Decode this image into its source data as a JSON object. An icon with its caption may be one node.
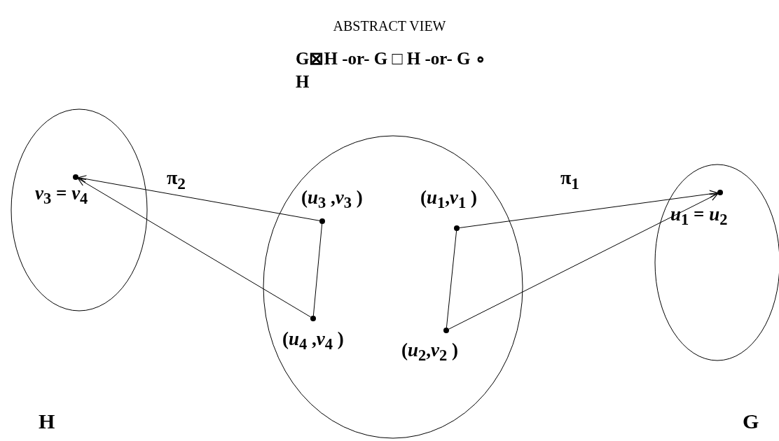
{
  "diagram": {
    "title": "ABSTRACT VIEW",
    "nodes": [
      {
        "text": [
          "H"
        ]
      },
      {
        "text": [
          "*v*$_{3}$ = *v*$_{4}$"
        ],
        "in": 0
      },
      {
        "text": [
          "G⊠H -or- G □ H -or- G ∘ H"
        ]
      },
      {
        "text": [
          "(*u*$_{3}$ ,*v*$_{3}$ )"
        ],
        "in": 2
      },
      {
        "text": [
          "(*u*$_{1}$,*v*$_{1}$ )"
        ],
        "in": 2
      },
      {
        "text": [
          "(*u*$_{4}$ ,*v*$_{4}$ )"
        ],
        "in": 2
      },
      {
        "text": [
          "(*u*$_{2}$,*v*$_{2}$ )"
        ],
        "in": 2
      },
      {
        "text": [
          "G"
        ]
      },
      {
        "text": [
          "*u*$_{1}$ = *u*$_{2}$"
        ],
        "in": 7
      }
    ],
    "edges": [
      {
        "from": 3,
        "to": 1,
        "arrow": "to"
      },
      {
        "from": 5,
        "to": 1,
        "arrow": "to"
      },
      {
        "from": 3,
        "to": 5,
        "arrow": "none"
      },
      {
        "from": 4,
        "to": 8,
        "arrow": "to"
      },
      {
        "from": 6,
        "to": 8,
        "arrow": "to"
      },
      {
        "from": 4,
        "to": 6,
        "arrow": "none"
      }
    ],
    "labels": [
      "π$_{2}$",
      "π$_{1}$"
    ]
  }
}
